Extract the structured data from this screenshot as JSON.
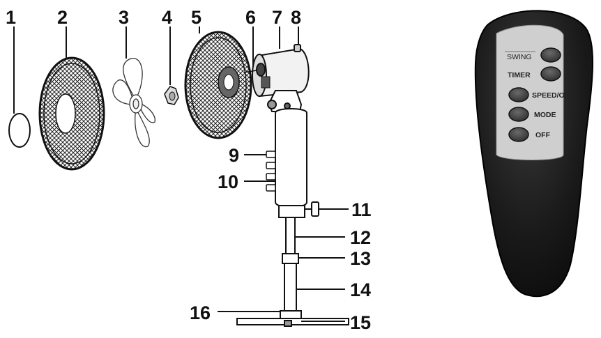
{
  "part_numbers": [
    "1",
    "2",
    "3",
    "4",
    "5",
    "6",
    "7",
    "8",
    "9",
    "10",
    "11",
    "12",
    "13",
    "14",
    "16",
    "15"
  ],
  "remote": {
    "buttons": [
      {
        "id": "swing",
        "label": "SWING"
      },
      {
        "id": "timer",
        "label": "TIMER"
      },
      {
        "id": "speed-on",
        "label": "SPEED/ON"
      },
      {
        "id": "mode",
        "label": "MODE"
      },
      {
        "id": "off",
        "label": "OFF"
      }
    ]
  },
  "colors": {
    "line": "#111111",
    "remote_body": "#1c1c1c",
    "remote_panel": "#cfcfcf",
    "remote_button": "#4a4a4a"
  }
}
